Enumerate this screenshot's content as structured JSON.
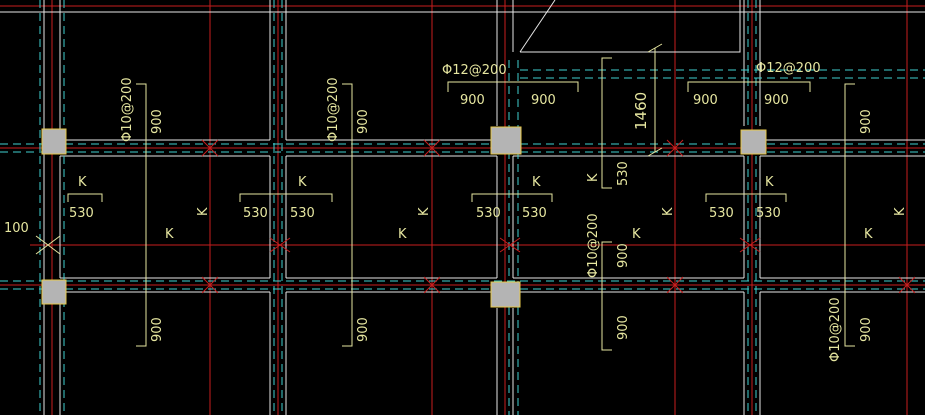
{
  "colors": {
    "background": "#000000",
    "axis_line": "#c81e1e",
    "beam_line": "#3fd0d0",
    "white_line": "#e6e6e6",
    "annotation": "#e6e6a0",
    "column_fill": "#b4b4b4",
    "column_outline": "#e6c84a"
  },
  "labels": {
    "rebar_12": "Φ12@200",
    "rebar_10": "Φ10@200",
    "dim_900": "900",
    "dim_530": "530",
    "dim_1460": "1460",
    "dim_100": "100",
    "mark_k": "K"
  }
}
